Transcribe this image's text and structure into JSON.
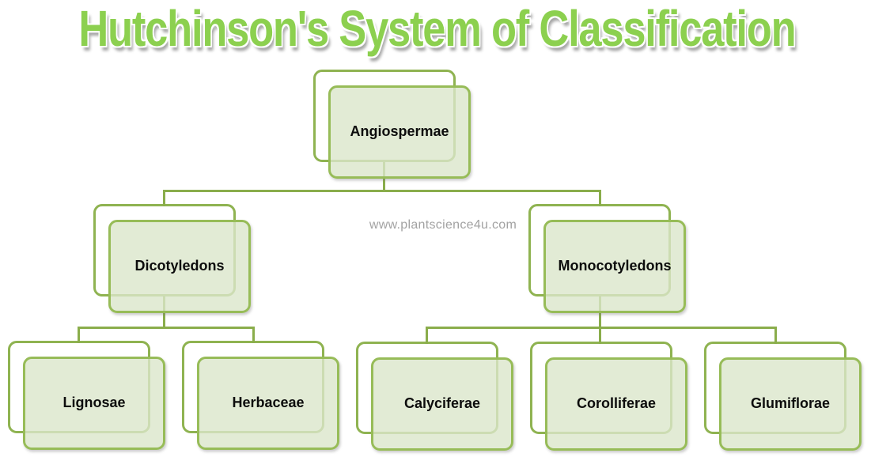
{
  "title": "Hutchinson's System of Classification",
  "watermark": "www.plantscience4u.com",
  "diagram_type": "hierarchy-flowchart",
  "nodes": {
    "angiospermae": {
      "label": "Angiospermae",
      "level": 1,
      "parent": null
    },
    "dicotyledons": {
      "label": "Dicotyledons",
      "level": 2,
      "parent": "Angiospermae"
    },
    "monocotyledons": {
      "label": "Monocotyledons",
      "level": 2,
      "parent": "Angiospermae"
    },
    "lignosae": {
      "label": "Lignosae",
      "level": 3,
      "parent": "Dicotyledons"
    },
    "herbaceae": {
      "label": "Herbaceae",
      "level": 3,
      "parent": "Dicotyledons"
    },
    "calyciferae": {
      "label": "Calyciferae",
      "level": 3,
      "parent": "Monocotyledons"
    },
    "corolliferae": {
      "label": "Corolliferae",
      "level": 3,
      "parent": "Monocotyledons"
    },
    "glumiflorae": {
      "label": "Glumiflorae",
      "level": 3,
      "parent": "Monocotyledons"
    }
  },
  "hierarchy": {
    "Angiospermae": [
      "Dicotyledons",
      "Monocotyledons"
    ],
    "Dicotyledons": [
      "Lignosae",
      "Herbaceae"
    ],
    "Monocotyledons": [
      "Calyciferae",
      "Corolliferae",
      "Glumiflorae"
    ]
  },
  "colors": {
    "title_green": "#8CD04F",
    "title_outline": "#FFFFFF",
    "title_shadow": "#A6A6A6",
    "box_border": "#8FB351",
    "box_fill": "#E3EBD7",
    "shadow_box_fill": "#FFFFFF",
    "connector": "#8AAD4B",
    "label_text": "#0C0C0C",
    "watermark_text": "#A2A2A2",
    "background": "#FFFFFF"
  }
}
